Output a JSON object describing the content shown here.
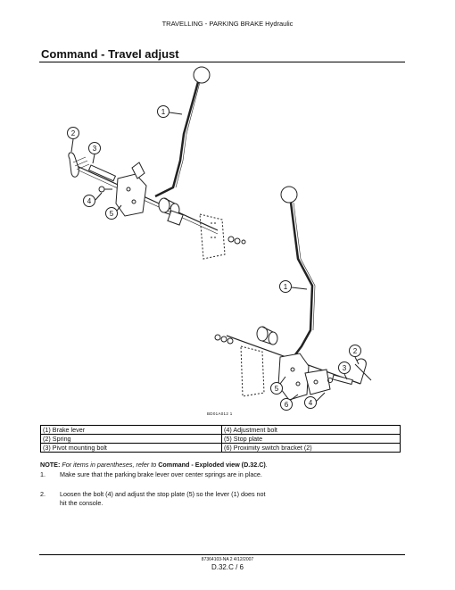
{
  "header": {
    "text": "TRAVELLING - PARKING BRAKE Hydraulic"
  },
  "title": "Command - Travel adjust",
  "figure": {
    "id": "BD01A012  1",
    "callouts_top": [
      "1",
      "2",
      "3",
      "4",
      "5"
    ],
    "callouts_bottom": [
      "1",
      "2",
      "3",
      "4",
      "5",
      "6"
    ]
  },
  "legend": [
    [
      "(1) Brake lever",
      "(4) Adjustment bolt"
    ],
    [
      "(2) Spring",
      "(5) Stop plate"
    ],
    [
      "(3) Pivot mounting bolt",
      "(6) Proximity switch bracket (2)"
    ]
  ],
  "note": {
    "prefix": "NOTE:",
    "text_before": " For items in parentheses, refer to ",
    "reference": "Command - Exploded view (D.32.C)",
    "text_after": "."
  },
  "steps": [
    {
      "num": "1.",
      "text": "Make sure that the parking brake lever over center springs are in place."
    },
    {
      "num": "2.",
      "text": "Loosen the bolt (4) and adjust the stop plate (5) so the lever (1) does not hit the console."
    }
  ],
  "footer": {
    "doc": "87364103-NA 2 4/12/2007",
    "page": "D.32.C / 6"
  }
}
